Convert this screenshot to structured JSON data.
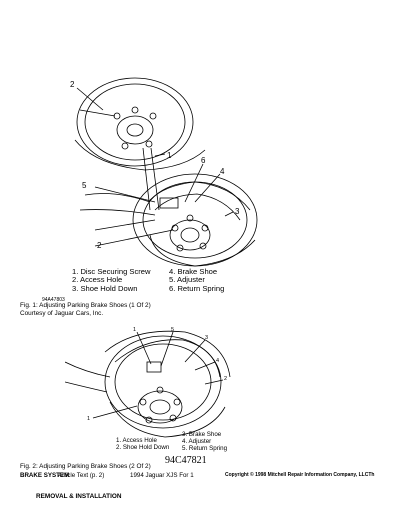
{
  "figure1": {
    "callouts": [
      "1",
      "2",
      "3",
      "4",
      "5",
      "6",
      "2"
    ],
    "legend": {
      "col1": [
        "1. Disc Securing Screw",
        "2. Access Hole",
        "3. Shoe Hold Down"
      ],
      "col2": [
        "4. Brake Shoe",
        "5. Adjuster",
        "6. Return Spring"
      ]
    },
    "reference": "94A47803",
    "caption": "Fig. 1: Adjusting Parking Brake Shoes (1 Of 2)",
    "courtesy": "Courtesy of Jaguar Cars, Inc."
  },
  "figure2": {
    "callouts": [
      "1",
      "5",
      "3",
      "4",
      "2",
      "1"
    ],
    "legend": {
      "col1": [
        "1. Access Hole",
        "2. Shoe Hold Down"
      ],
      "col2": [
        "3. Brake Shoe",
        "4. Adjuster",
        "5. Return Spring"
      ]
    },
    "reference": "94C47821",
    "caption": "Fig. 2: Adjusting Parking Brake Shoes (2 Of 2)"
  },
  "footer": {
    "left": "BRAKE SYSTEM",
    "overlap": "Article Text (p. 2)",
    "middle": "1994 Jaguar XJS For 1",
    "right": "Copyright © 1998 Mitchell Repair Information Company, LLCTh"
  },
  "section_heading": "REMOVAL & INSTALLATION"
}
